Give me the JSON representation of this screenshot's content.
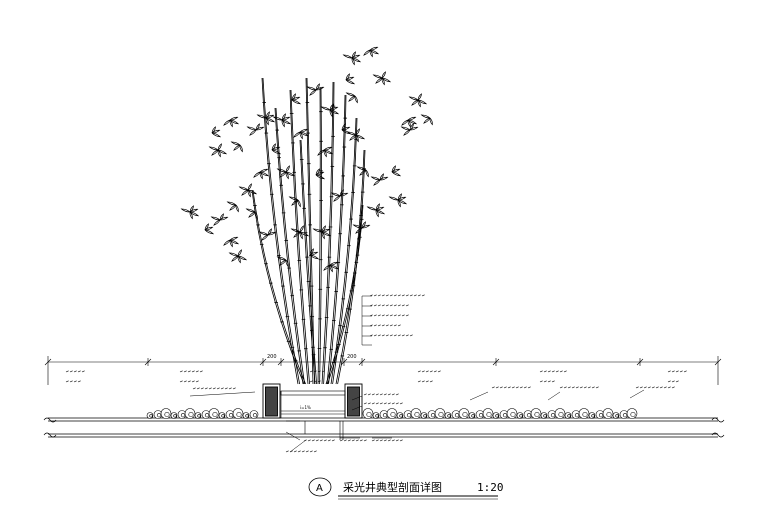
{
  "title": {
    "marker": "A",
    "name": "采光井典型剖面详图",
    "scale": "1:20"
  },
  "dimensions": {
    "left_width": "200",
    "right_width": "200"
  },
  "slope_label": "i=1%",
  "icons": [
    "bamboo-plant-icon",
    "shrub-icon",
    "section-marker-icon"
  ],
  "colors": {
    "line": "#000000",
    "background": "#ffffff"
  }
}
